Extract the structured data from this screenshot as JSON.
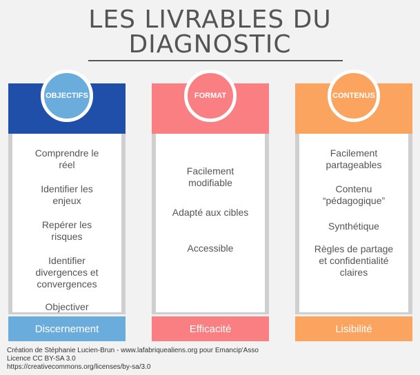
{
  "title": {
    "line1": "LES LIVRABLES DU",
    "line2": "DIAGNOSTIC"
  },
  "colors": {
    "objectifs_header": "#1f4fa8",
    "objectifs_circle": "#6aaddc",
    "objectifs_footer": "#6aaddc",
    "format_header": "#f97f83",
    "format_circle": "#f97f83",
    "format_footer": "#f97f83",
    "contenus_header": "#fba45f",
    "contenus_circle": "#fba45f",
    "contenus_footer": "#fba45f"
  },
  "columns": [
    {
      "label": "OBJECTIFS",
      "items": [
        "Comprendre le\nréel",
        "Identifier les\nenjeux",
        "Repérer les\nrisques",
        "Identifier\ndivergences et\nconvergences",
        "Objectiver"
      ],
      "footer": "Discernement"
    },
    {
      "label": "FORMAT",
      "items": [
        "Facilement\nmodifiable",
        "Adapté aux cibles",
        "Accessible"
      ],
      "footer": "Efficacité"
    },
    {
      "label": "CONTENUS",
      "items": [
        "Facilement\npartageables",
        "Contenu\n“pédagogique”",
        "Synthétique",
        "Règles de partage\net confidentialité\nclaires"
      ],
      "footer": "Lisibilité"
    }
  ],
  "credits": {
    "line1": "Création de Stéphanie Lucien-Brun - www.lafabriquealiens.org pour Emancip'Asso",
    "line2": "Licence CC BY-SA 3.0",
    "line3": "https://creativecommons.org/licenses/by-sa/3.0"
  }
}
